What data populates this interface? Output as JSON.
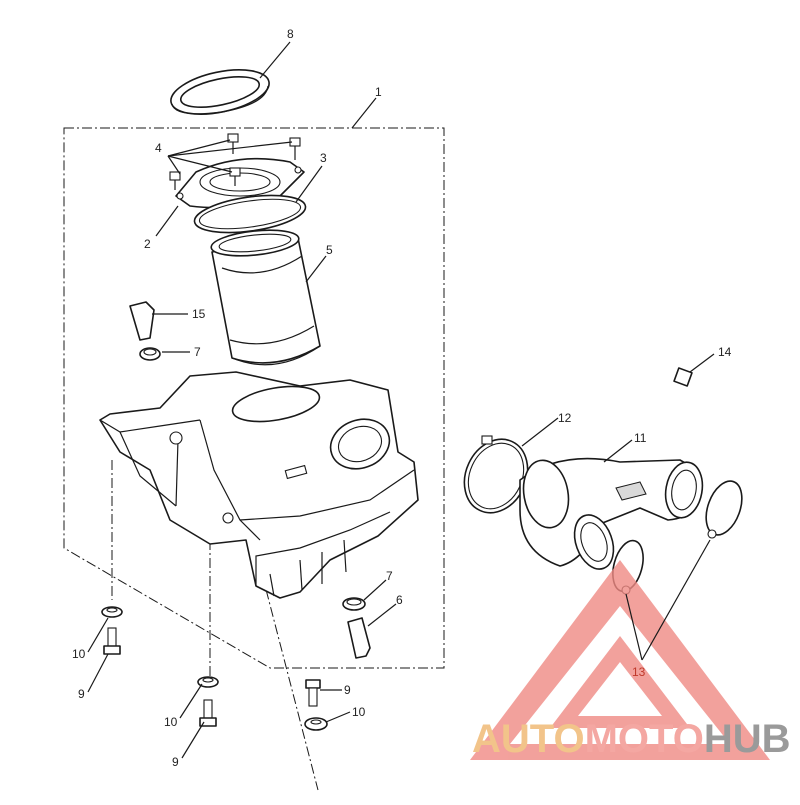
{
  "diagram": {
    "callouts": [
      {
        "id": "c8",
        "text": "8"
      },
      {
        "id": "c1",
        "text": "1"
      },
      {
        "id": "c4",
        "text": "4"
      },
      {
        "id": "c3",
        "text": "3"
      },
      {
        "id": "c2",
        "text": "2"
      },
      {
        "id": "c5",
        "text": "5"
      },
      {
        "id": "c15",
        "text": "15"
      },
      {
        "id": "c7a",
        "text": "7"
      },
      {
        "id": "c14",
        "text": "14"
      },
      {
        "id": "c12",
        "text": "12"
      },
      {
        "id": "c11",
        "text": "11"
      },
      {
        "id": "c7b",
        "text": "7"
      },
      {
        "id": "c6",
        "text": "6"
      },
      {
        "id": "c10a",
        "text": "10"
      },
      {
        "id": "c9a",
        "text": "9"
      },
      {
        "id": "c10b",
        "text": "10"
      },
      {
        "id": "c9b",
        "text": "9"
      },
      {
        "id": "c9c",
        "text": "9"
      },
      {
        "id": "c10c",
        "text": "10"
      },
      {
        "id": "c13",
        "text": "13"
      }
    ]
  },
  "watermark": {
    "part1": "AUTO",
    "part2": "MOTO",
    "part3": "HUB",
    "colors": {
      "auto": "#f2c48a",
      "moto": "#f4a7a2",
      "hub": "#9a9a9a",
      "triangle": "#f08a84"
    }
  }
}
